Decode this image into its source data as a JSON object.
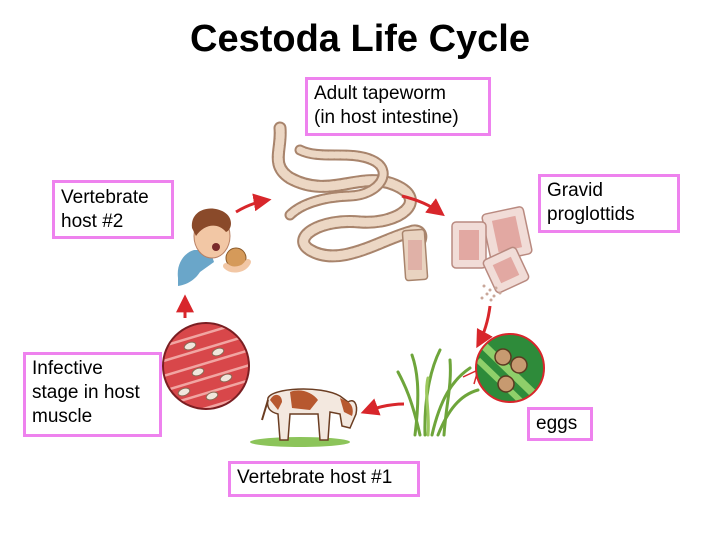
{
  "title": "Cestoda Life Cycle",
  "labels": {
    "adult": "Adult tapeworm\n(in host intestine)",
    "gravid": "Gravid\nproglottids",
    "host2": "Vertebrate\nhost #2",
    "muscle": "Infective\nstage in host\nmuscle",
    "eggs": "eggs",
    "host1": "Vertebrate host #1"
  },
  "colors": {
    "label_border": "#ee82ee",
    "arrow": "#d8262b",
    "worm": "#e6cbb6",
    "muscle": "#e0504f",
    "grass": "#7fb84a",
    "cow": "#b7582f"
  },
  "icons": [
    "tapeworm-icon",
    "proglottid-icon",
    "eggs-icon",
    "grass-icon",
    "cow-icon",
    "muscle-cyst-icon",
    "person-eating-icon"
  ]
}
